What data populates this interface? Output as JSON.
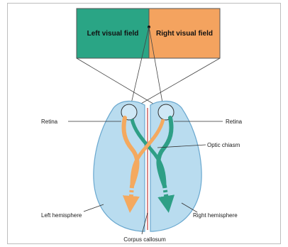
{
  "fields": {
    "left": {
      "label": "Left visual field",
      "color": "#2aa585"
    },
    "right": {
      "label": "Right visual field",
      "color": "#f4a35f"
    }
  },
  "labels": {
    "retina_left": "Retina",
    "retina_right": "Retina",
    "optic_chiasm": "Optic chiasm",
    "left_hemisphere": "Left hemisphere",
    "right_hemisphere": "Right hemisphere",
    "corpus_callosum": "Corpus callosum"
  },
  "colors": {
    "brain": "#b9dcef",
    "brain_outline": "#6aa8cf",
    "tract_left": "#f4a95f",
    "tract_right": "#2e9f86",
    "callosum": "#d98a8a"
  }
}
